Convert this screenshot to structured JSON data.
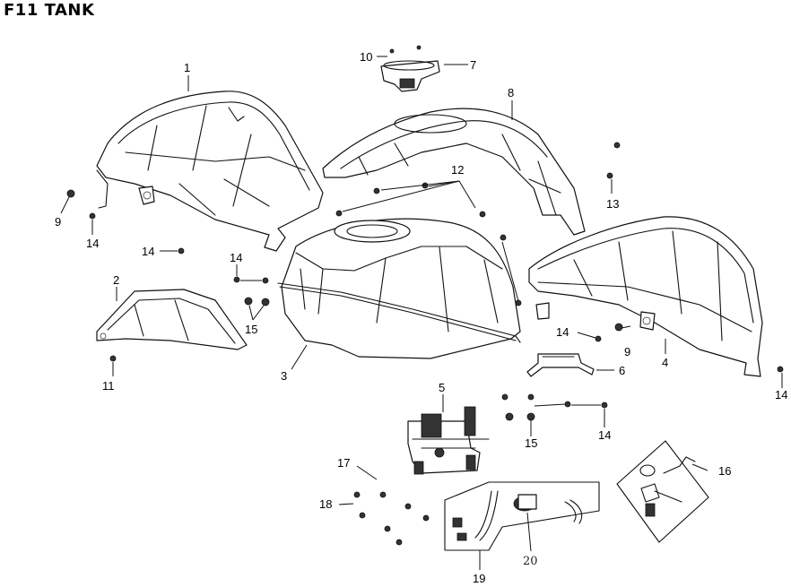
{
  "title": "F11  TANK",
  "callouts": {
    "c1": "1",
    "c2": "2",
    "c3": "3",
    "c4": "4",
    "c5": "5",
    "c6": "6",
    "c7": "7",
    "c8": "8",
    "c9a": "9",
    "c9b": "9",
    "c10": "10",
    "c11": "11",
    "c12": "12",
    "c13": "13",
    "c14a": "14",
    "c14b": "14",
    "c14c": "14",
    "c14d": "14",
    "c14e": "14",
    "c14f": "14",
    "c15a": "15",
    "c15b": "15",
    "c16": "16",
    "c17": "17",
    "c18": "18",
    "c19": "19",
    "c20": "20"
  }
}
